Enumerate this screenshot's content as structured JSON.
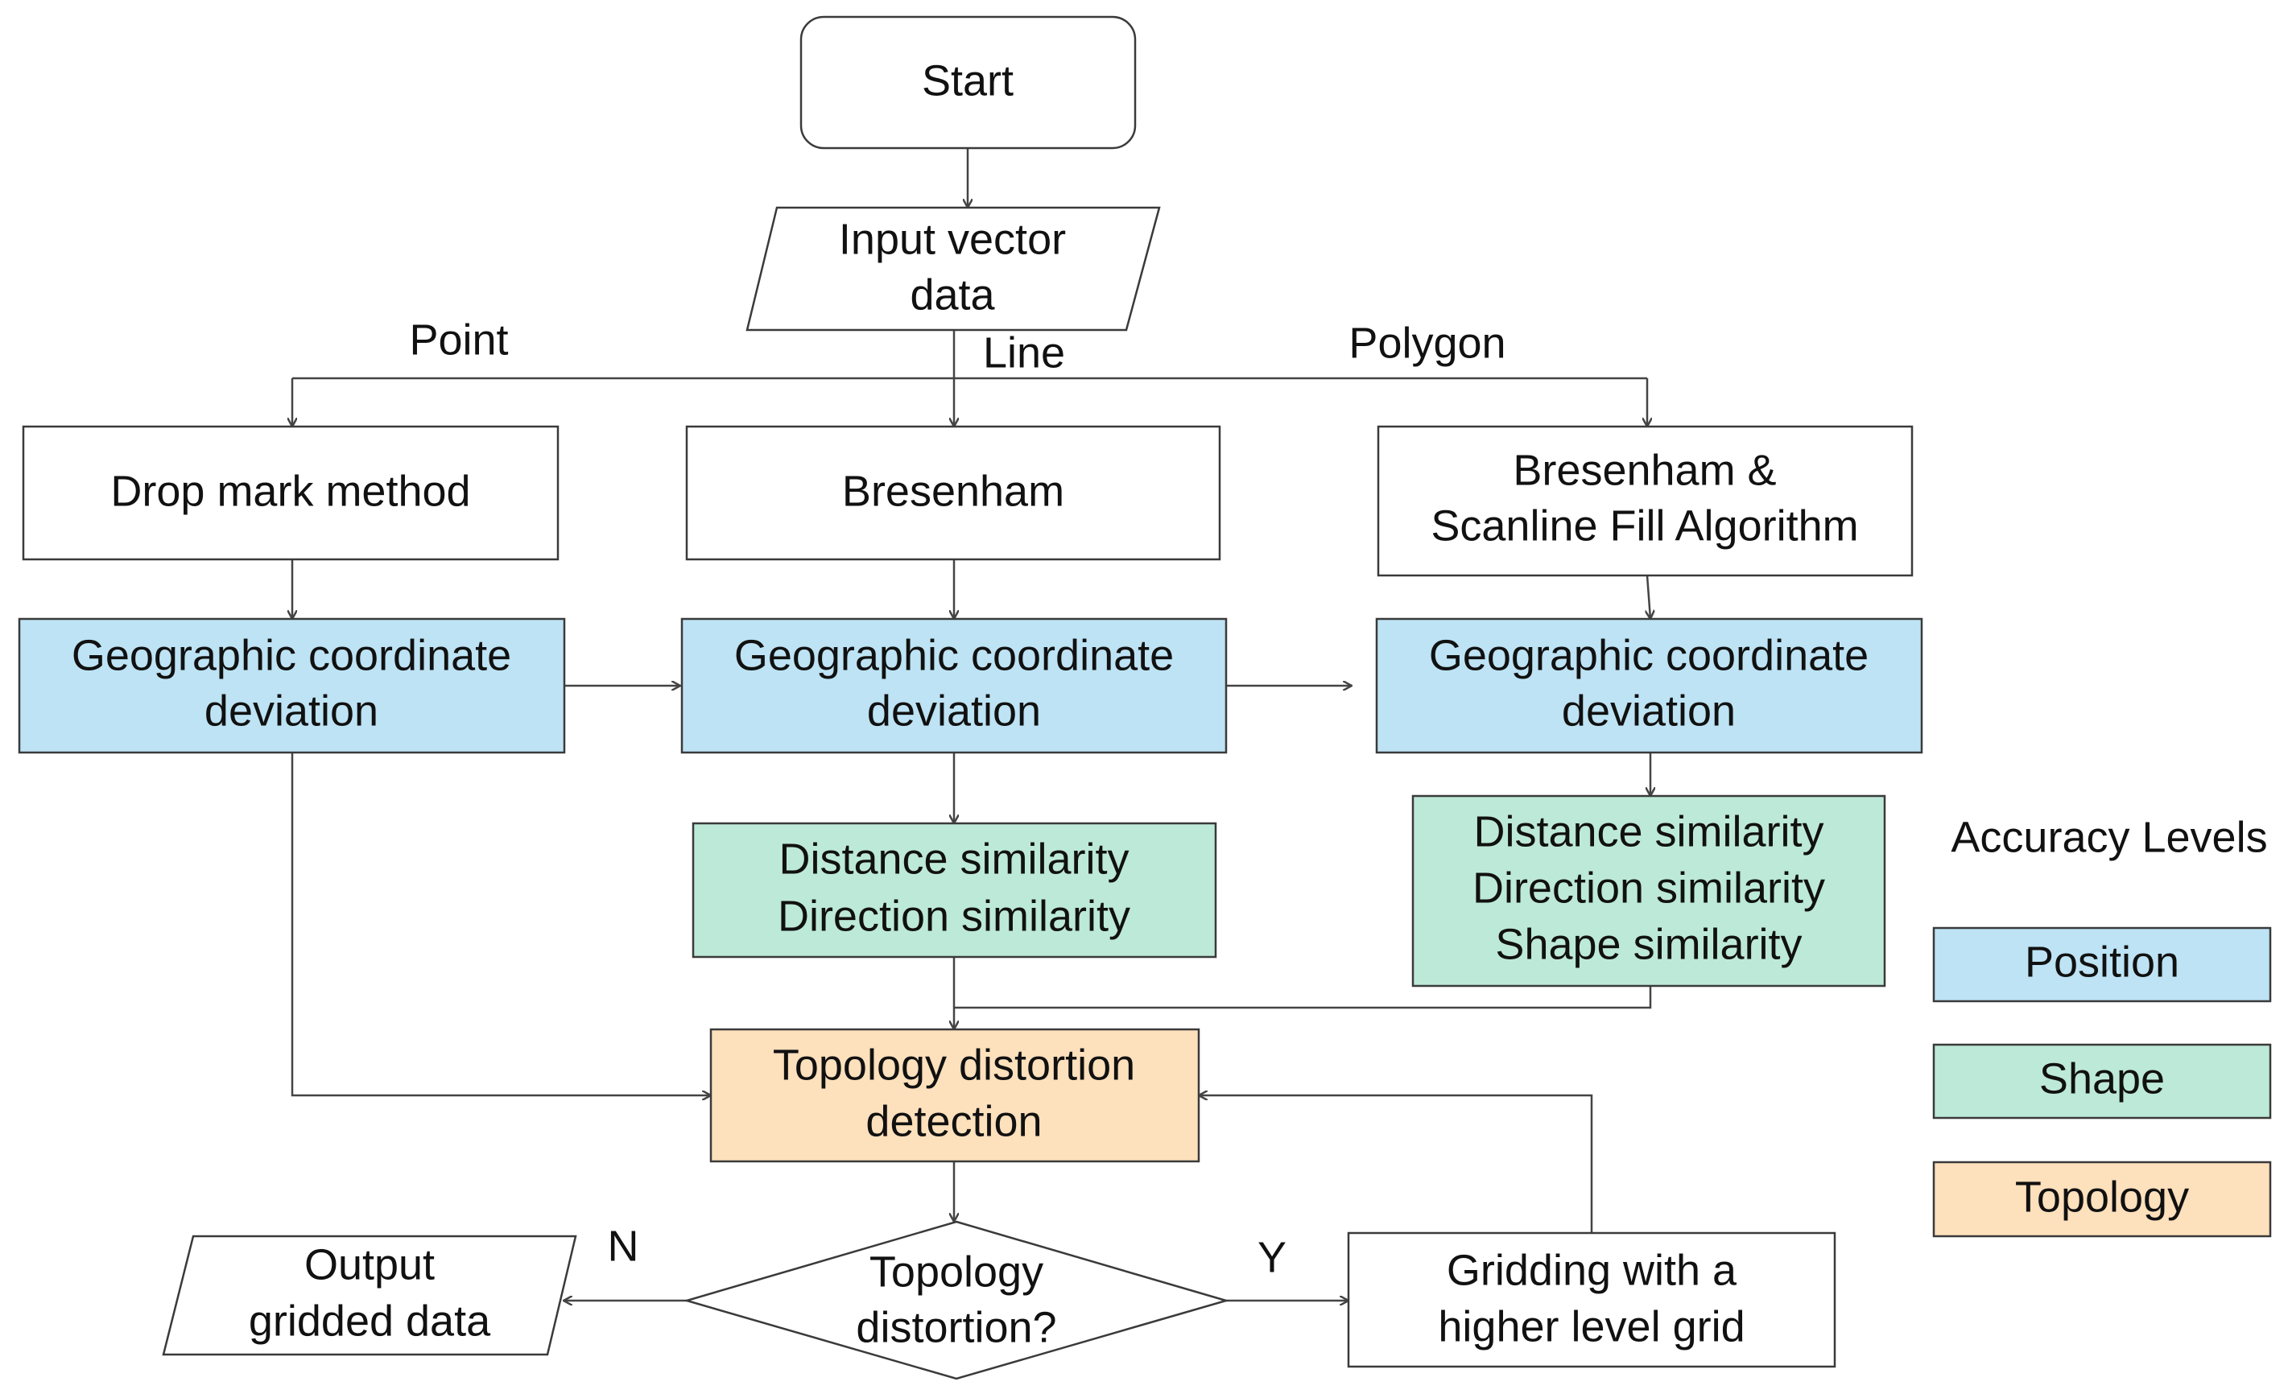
{
  "colors": {
    "position": "#bde3f4",
    "shape": "#bde9d8",
    "topology": "#fde0bc",
    "plain": "#ffffff",
    "line": "#444444"
  },
  "nodes": {
    "start": "Start",
    "input": [
      "Input vector",
      "data"
    ],
    "drop_mark": "Drop mark method",
    "bresenham": "Bresenham",
    "scanline": [
      "Bresenham &",
      "Scanline Fill Algorithm"
    ],
    "geo_point": [
      "Geographic coordinate",
      "deviation"
    ],
    "geo_line": [
      "Geographic coordinate",
      "deviation"
    ],
    "geo_poly": [
      "Geographic coordinate",
      "deviation"
    ],
    "shape_line": [
      "Distance similarity",
      "Direction similarity"
    ],
    "shape_poly": [
      "Distance similarity",
      "Direction similarity",
      "Shape similarity"
    ],
    "topology_detect": [
      "Topology distortion",
      "detection"
    ],
    "decision": [
      "Topology",
      "distortion?"
    ],
    "output": [
      "Output",
      "gridded data"
    ],
    "higher_grid": [
      "Gridding with a",
      "higher level grid"
    ]
  },
  "edge_labels": {
    "point": "Point",
    "line": "Line",
    "polygon": "Polygon",
    "no": "N",
    "yes": "Y"
  },
  "legend": {
    "title": "Accuracy Levels",
    "items": [
      "Position",
      "Shape",
      "Topology"
    ]
  }
}
